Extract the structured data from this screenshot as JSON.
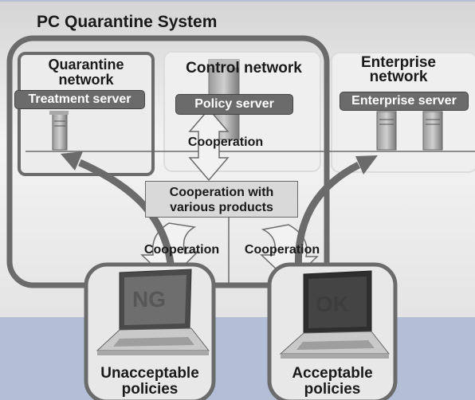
{
  "title": "PC Quarantine System",
  "zones": {
    "quarantine": "Quarantine network",
    "control": "Control network",
    "enterprise": "Enterprise network"
  },
  "servers": {
    "treatment": "Treatment server",
    "policy": "Policy server",
    "enterprise": "Enterprise server"
  },
  "cooperation": {
    "top": "Cooperation",
    "box_line1": "Cooperation with",
    "box_line2": "various products",
    "left": "Cooperation",
    "right": "Cooperation"
  },
  "clients": {
    "ng_screen": "NG",
    "ok_screen": "OK",
    "ng_label": "Unacceptable policies",
    "ok_label": "Acceptable policies"
  },
  "colors": {
    "background": "#b3bfd6",
    "system_panel": "#e6e6e6",
    "frame": "#6b6b6b",
    "pill": "#6b6b6b"
  }
}
